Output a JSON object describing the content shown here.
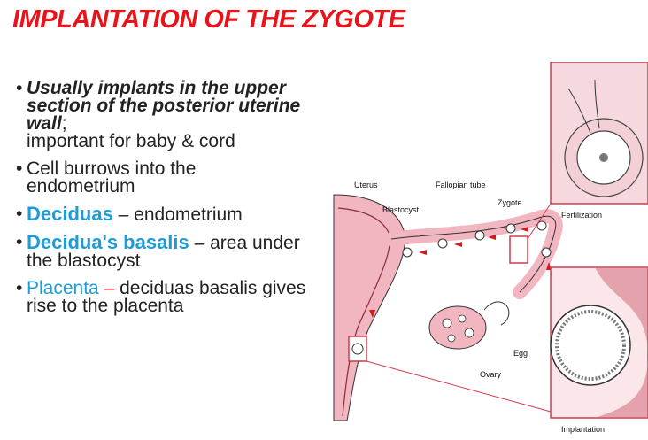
{
  "title": "IMPLANTATION OF THE ZYGOTE",
  "bullets": {
    "b1_em": "Usually implants in the upper section of the posterior uterine wall",
    "b1_sep": ";",
    "b1_rest": "important for baby & cord",
    "b2": "Cell burrows into the endometrium",
    "b3_term": "Deciduas",
    "b3_rest": " – endometrium",
    "b4_term": "Decidua's basalis",
    "b4_rest": " – area under the blastocyst",
    "b5_term": "Placenta",
    "b5_dash": " – ",
    "b5_rest": "deciduas basalis gives rise to the placenta"
  },
  "figure": {
    "labels": {
      "uterus": "Uterus",
      "fallopian_tube": "Fallopian tube",
      "zygote": "Zygote",
      "blastocyst": "Blastocyst",
      "egg": "Egg",
      "ovary": "Ovary",
      "fertilization": "Fertilization",
      "implantation": "Implantation"
    }
  },
  "colors": {
    "title": "#e8141b",
    "term": "#1f9bd8",
    "tissue": "#f2b6c0",
    "frame": "#d23a4e"
  }
}
